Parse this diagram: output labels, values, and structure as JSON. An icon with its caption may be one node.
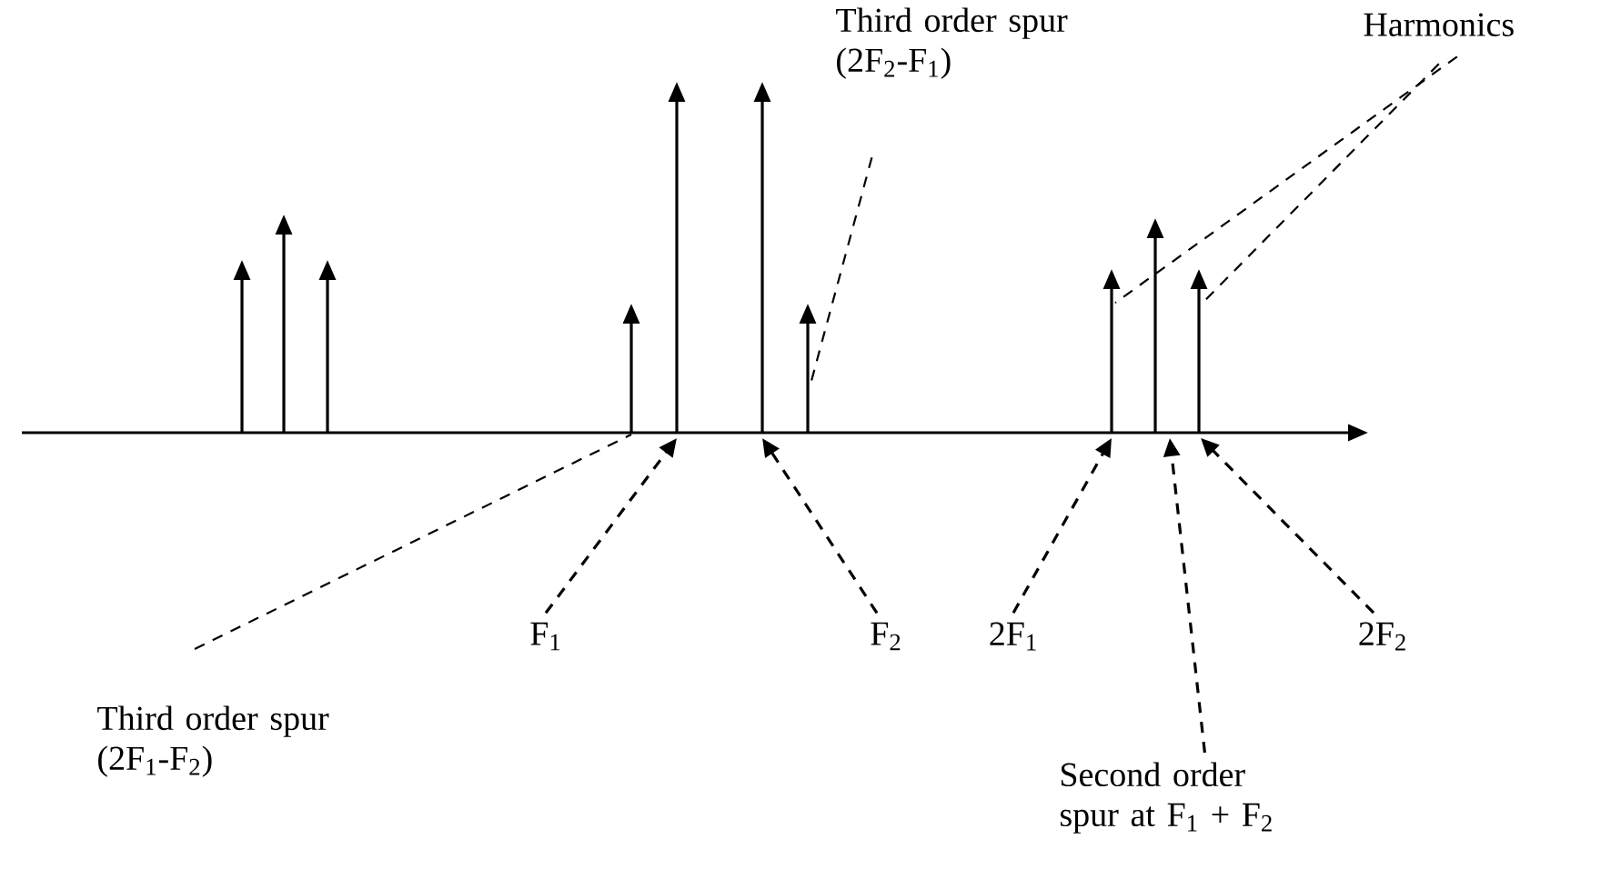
{
  "diagram": {
    "nodes": [
      {
        "text": [
          "Third order spur (2F$_{2}$-F$_{1}$)"
        ]
      },
      {
        "text": [
          "Harmonics"
        ]
      },
      {
        "text": [],
        "shape": "arrow"
      },
      {
        "text": [],
        "shape": "arrow"
      },
      {
        "text": [],
        "shape": "arrow"
      },
      {
        "text": [],
        "shape": "arrow"
      },
      {
        "text": [],
        "shape": "arrow"
      },
      {
        "text": [],
        "shape": "arrow"
      },
      {
        "text": [],
        "shape": "arrow"
      },
      {
        "text": [],
        "shape": "arrow"
      },
      {
        "text": [],
        "shape": "arrow"
      },
      {
        "text": [],
        "shape": "arrow"
      },
      {
        "text": [
          "F$_{1}$"
        ]
      },
      {
        "text": [
          "F$_{2}$"
        ]
      },
      {
        "text": [
          "2F$_{1}$"
        ]
      },
      {
        "text": [
          "2F$_{2}$"
        ]
      },
      {
        "text": [
          "Third order spur (2F$_{1}$-F$_{2}$)"
        ]
      },
      {
        "text": [
          "Second order spur at F$_{1}$ + F$_{2}$"
        ]
      }
    ],
    "edges": [
      {
        "from": 0,
        "to": 8,
        "arrow": "none"
      },
      {
        "from": 1,
        "to": 9,
        "arrow": "none"
      },
      {
        "from": 1,
        "to": 11,
        "arrow": "none"
      },
      {
        "from": 12,
        "to": 6,
        "arrow": "to"
      },
      {
        "from": 13,
        "to": 7,
        "arrow": "to"
      },
      {
        "from": 14,
        "to": 9,
        "arrow": "to"
      },
      {
        "from": 15,
        "to": 11,
        "arrow": "to"
      },
      {
        "from": 16,
        "to": 5,
        "arrow": "none"
      },
      {
        "from": 17,
        "to": 10,
        "arrow": "to"
      }
    ]
  }
}
